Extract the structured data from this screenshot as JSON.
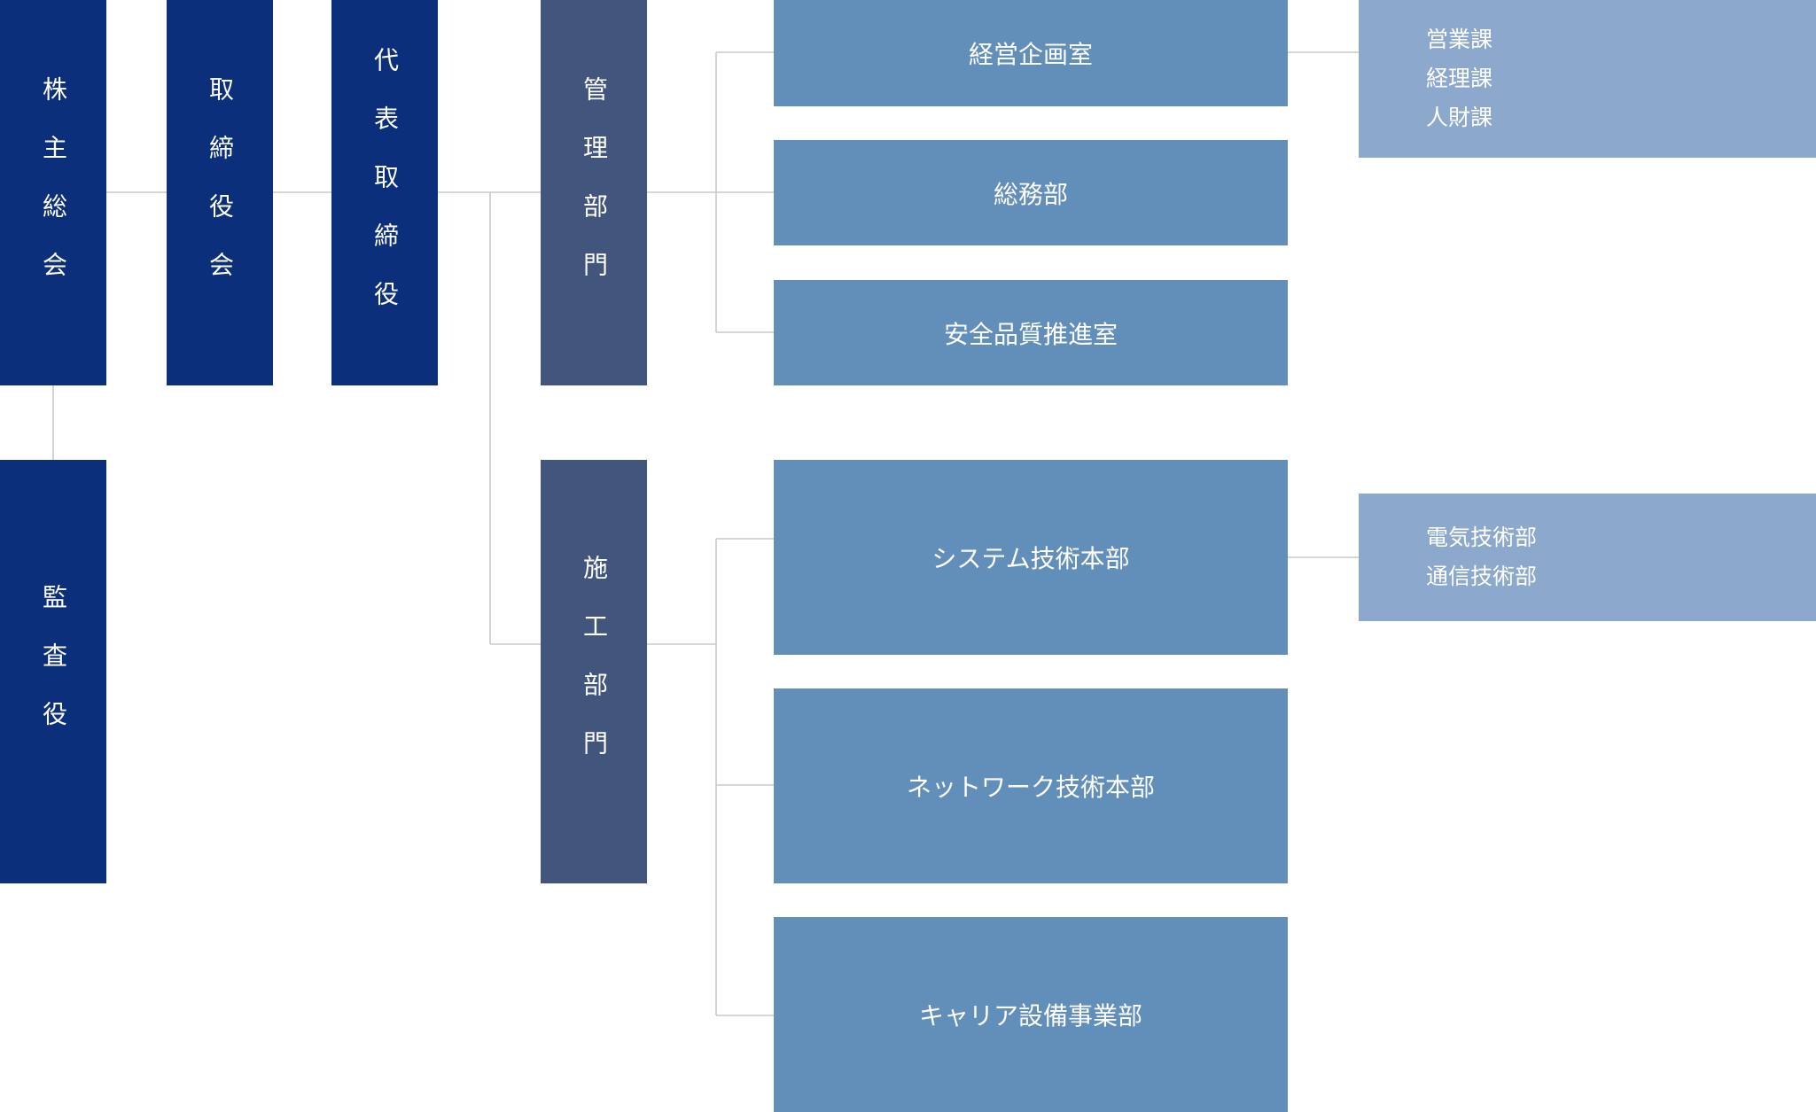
{
  "colors": {
    "board": "#0b2f7b",
    "division": "#42567d",
    "department": "#628eba",
    "section": "#8da8cd",
    "connector": "#c8c8c8"
  },
  "governance": {
    "shareholders_meeting": "株主総会",
    "board_of_directors": "取締役会",
    "representative_director": "代表取締役",
    "auditor": "監査役"
  },
  "divisions": {
    "management": "管理部門",
    "construction": "施工部門"
  },
  "departments": {
    "corporate_planning": "経営企画室",
    "general_affairs": "総務部",
    "safety_quality": "安全品質推進室",
    "systems_engineering": "システム技術本部",
    "network_engineering": "ネットワーク技術本部",
    "carrier_equipment": "キャリア設備事業部"
  },
  "sections": {
    "planning_sections": [
      "営業課",
      "経理課",
      "人財課"
    ],
    "systems_sections": [
      "電気技術部",
      "通信技術部"
    ]
  }
}
